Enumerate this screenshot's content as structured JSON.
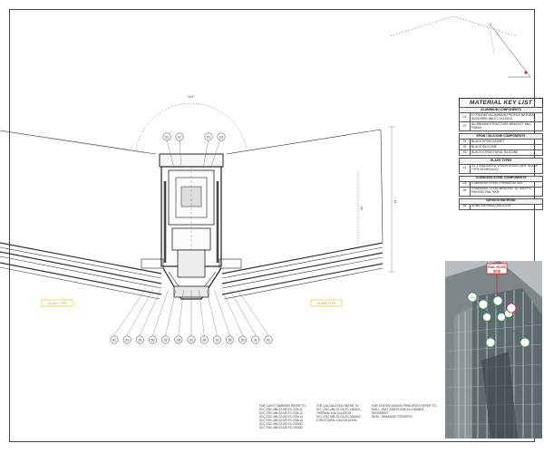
{
  "key_list": {
    "title": "MATERIAL KEY LIST",
    "sections": [
      {
        "heading": "ALUMINIUM COMPONENTS",
        "rows": [
          {
            "code": "01",
            "desc": "EXTRUDED ALUMINIUM PROFILE NATURAL ANODISED (BA-FC-0112001)"
          },
          {
            "code": "07",
            "desc": "ALUMINIUM STRUCTURE BRACKET MILL FINISH"
          }
        ]
      },
      {
        "heading": "EPDM / SILICONE COMPONENTS",
        "rows": [
          {
            "code": "31",
            "desc": "BLACK EPDM GASKET"
          },
          {
            "code": "32",
            "desc": "BLACK SILICONE"
          },
          {
            "code": "33",
            "desc": "BLACK STRUCTURAL SILICONE"
          }
        ]
      },
      {
        "heading": "GLASS TYPES",
        "rows": [
          {
            "code": "41",
            "desc": "GL-1 INSULATED VISION GLASS (SEE GLASS TYPE SCHEDULE)"
          }
        ]
      },
      {
        "heading": "STAINLESS STEEL COMPONENTS",
        "rows": [
          {
            "code": "23",
            "desc": "STAINLESS STEEL FIXINGS A2 304"
          },
          {
            "code": "26",
            "desc": "STAINLESS STEEL BRACKET A2 304 PPC PAINTED RAL 9005"
          }
        ]
      },
      {
        "heading": "VARIOUS MATERIAL",
        "rows": [
          {
            "code": "55",
            "desc": "SHIM/THERMAL ISOLATOR"
          }
        ]
      }
    ]
  },
  "drawing": {
    "top_callouts": [
      "01",
      "07",
      "01",
      "23"
    ],
    "bottom_callouts": [
      "41",
      "31",
      "33",
      "50",
      "32",
      "26",
      "31",
      "26",
      "32",
      "55",
      "33",
      "31",
      "41"
    ],
    "dimension_left": "44",
    "dimension_right": "44",
    "angle_label": "161°",
    "tag_left": "GLASS TYPE",
    "tag_right": "GLASS TYPE",
    "photo_label_line1": "RAIL NOSE",
    "photo_label_line2": "SIDE",
    "photo_callout": "S036"
  },
  "notes": [
    {
      "lines": [
        "FOR CAVITY BARRIER REFER TO:",
        "SCC-FDC-MB-ZZ-DR-FC-230L11",
        "SCC-FDC-MB-ZZ-DR-FC-230L12",
        "SCC-FDC-MB-ZZ-DR-FC-230L13",
        "SCC-FDC-MB-ZZ-DR-FC-230L14",
        "SCC-FDC-MB-ZZ-DR-FC-230Z81",
        "SCC-FDC-MB-ZZ-DR-FC-230Z82"
      ]
    },
    {
      "lines": [
        "FOR CALCULATION REFER TO:",
        "SCC-FDC-MB-ZZ-CA-FC-230A04 -",
        "THERMAL CALCULATION",
        "SCC-FDC-MB-ZZ-CA-FC-230A05 -",
        "STRUCTURAL CALCULATION"
      ]
    },
    {
      "lines": [
        "FOR SYSTEM DESIGN PRINCIPLES REFER TO:",
        "SD01 - UNIT JOINTS AND ALLOWABLE",
        "MOVEMENT",
        "SD30 - DRAINAGE STRATEGY"
      ]
    }
  ]
}
